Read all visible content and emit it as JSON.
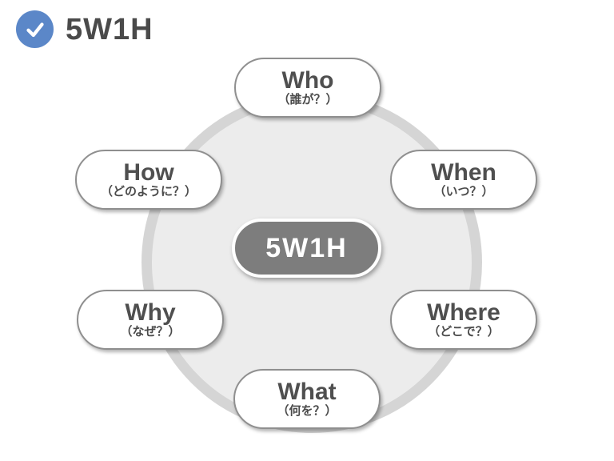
{
  "header": {
    "icon": "check-circle-icon",
    "title": "5W1H"
  },
  "diagram": {
    "center_label": "5W1H",
    "nodes": [
      {
        "en": "Who",
        "ja": "（誰が？）",
        "position": "top"
      },
      {
        "en": "When",
        "ja": "（いつ？）",
        "position": "top-right"
      },
      {
        "en": "Where",
        "ja": "（どこで？）",
        "position": "bottom-right"
      },
      {
        "en": "What",
        "ja": "（何を？）",
        "position": "bottom"
      },
      {
        "en": "Why",
        "ja": "（なぜ？）",
        "position": "bottom-left"
      },
      {
        "en": "How",
        "ja": "（どのように？）",
        "position": "top-left"
      }
    ]
  },
  "colors": {
    "accent_blue": "#5b87c8",
    "title_text": "#4a4a4a",
    "node_text": "#4f4f4f",
    "node_border": "#8f8f8f",
    "center_pill_bg": "#7d7d7d",
    "circle_ring": "#d5d5d5",
    "circle_fill": "#ececec",
    "background": "#ffffff"
  }
}
